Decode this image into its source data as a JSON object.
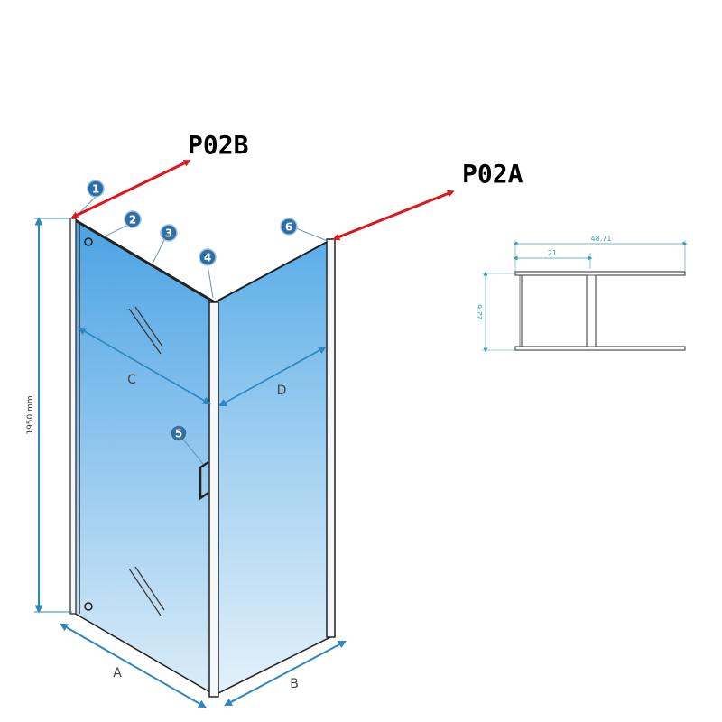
{
  "labels": {
    "p02b": "P02B",
    "p02a": "P02A"
  },
  "dimensions": {
    "height": "1950 mm",
    "a": "A",
    "b": "B",
    "c": "C",
    "d": "D"
  },
  "callouts": [
    "1",
    "2",
    "3",
    "4",
    "5",
    "6"
  ],
  "profile": {
    "total_width": "48.71",
    "inner_width": "21",
    "height": "22.6"
  },
  "colors": {
    "glass_top": "#4a9fe0",
    "glass_bottom": "#cfe6f5",
    "arrow_red": "#e0141a",
    "dim_blue": "#2e86c1",
    "badge_blue": "#2f6fa8",
    "profile_teal": "#3a9bb5"
  }
}
